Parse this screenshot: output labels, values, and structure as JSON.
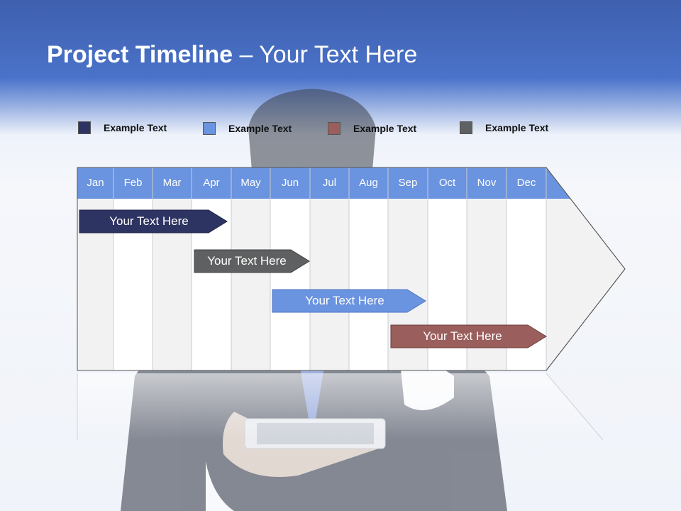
{
  "slide": {
    "title_bold": "Project Timeline",
    "title_rest": " – Your Text Here"
  },
  "legend": [
    {
      "label": "Example Text",
      "color": "#2e3462"
    },
    {
      "label": "Example Text",
      "color": "#6a93e0"
    },
    {
      "label": "Example Text",
      "color": "#9a5e5c"
    },
    {
      "label": "Example Text",
      "color": "#5f6061"
    }
  ],
  "months": [
    "Jan",
    "Feb",
    "Mar",
    "Apr",
    "May",
    "Jun",
    "Jul",
    "Aug",
    "Sep",
    "Oct",
    "Nov",
    "Dec"
  ],
  "tasks": [
    {
      "label": "Your  Text Here",
      "color": "#2e3462"
    },
    {
      "label": "Your  Text Here",
      "color": "#5f6061"
    },
    {
      "label": "Your  Text Here",
      "color": "#6a93e0"
    },
    {
      "label": "Your  Text Here",
      "color": "#9a5e5c"
    }
  ],
  "colors": {
    "header_blue": "#4a73c9",
    "month_bar": "#6a93e0"
  }
}
